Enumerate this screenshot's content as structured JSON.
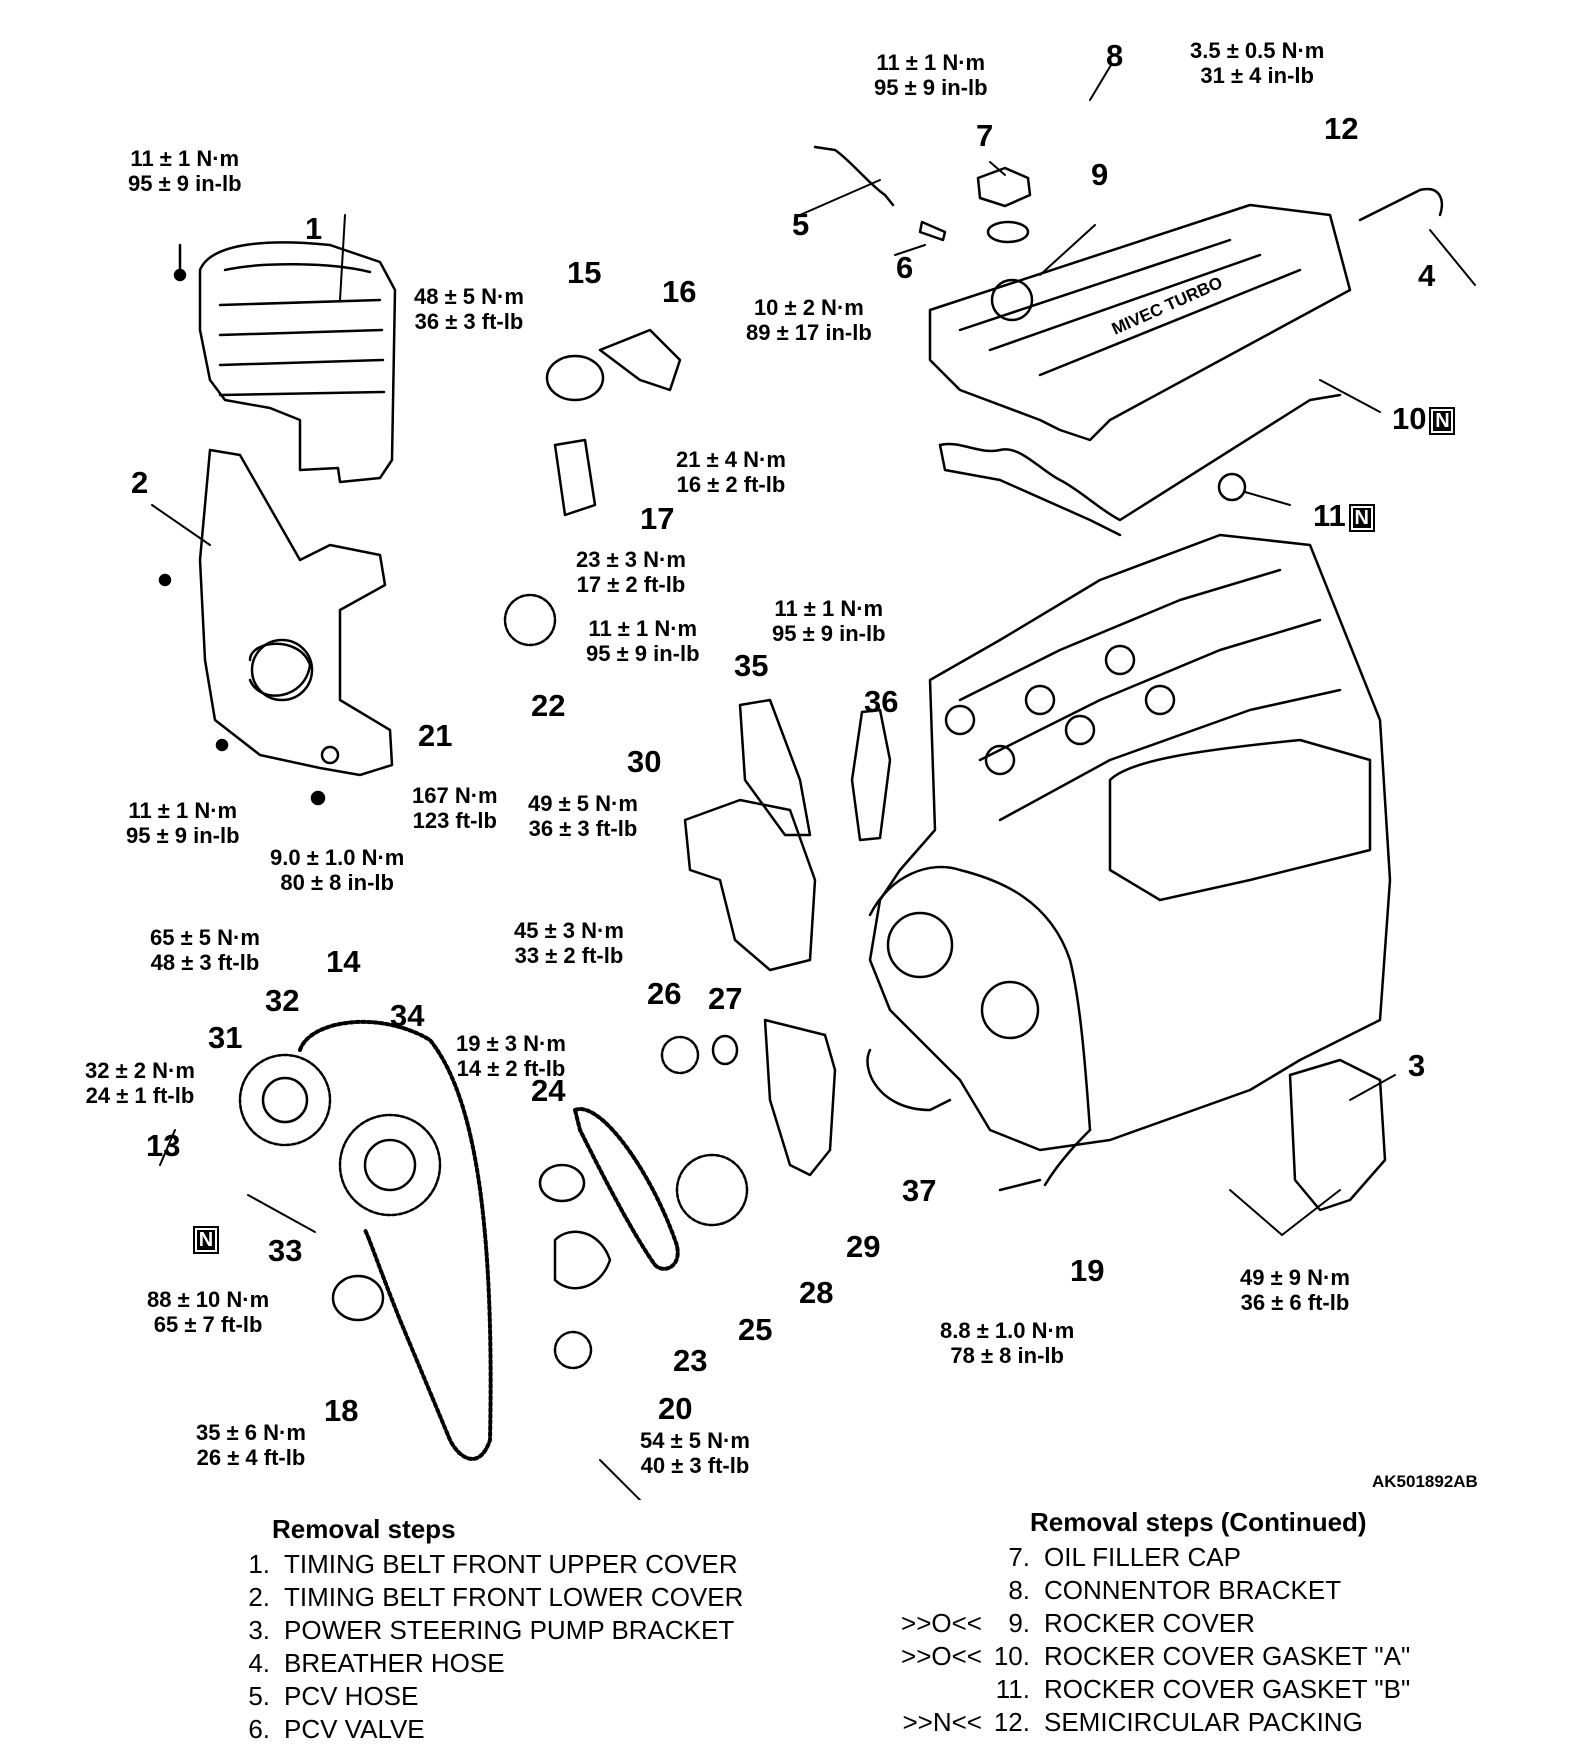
{
  "figure_id": "AK501892AB",
  "torques": [
    {
      "id": "t1",
      "line1": "11 ± 1 N·m",
      "line2": "95 ± 9 in-lb"
    },
    {
      "id": "t2",
      "line1": "3.5 ± 0.5 N·m",
      "line2": "31 ± 4 in-lb"
    },
    {
      "id": "t3",
      "line1": "11 ± 1 N·m",
      "line2": "95 ± 9 in-lb"
    },
    {
      "id": "t4",
      "line1": "48 ± 5 N·m",
      "line2": "36 ± 3 ft-lb"
    },
    {
      "id": "t5",
      "line1": "10 ± 2 N·m",
      "line2": "89 ± 17 in-lb"
    },
    {
      "id": "t6",
      "line1": "21 ± 4 N·m",
      "line2": "16 ± 2 ft-lb"
    },
    {
      "id": "t7",
      "line1": "23 ± 3 N·m",
      "line2": "17 ± 2 ft-lb"
    },
    {
      "id": "t8",
      "line1": "11 ± 1 N·m",
      "line2": "95 ± 9 in-lb"
    },
    {
      "id": "t9",
      "line1": "11 ± 1 N·m",
      "line2": "95 ± 9 in-lb"
    },
    {
      "id": "t10",
      "line1": "11 ± 1 N·m",
      "line2": "95 ± 9 in-lb"
    },
    {
      "id": "t11",
      "line1": "167 N·m",
      "line2": "123 ft-lb"
    },
    {
      "id": "t12",
      "line1": "49 ± 5 N·m",
      "line2": "36 ± 3 ft-lb"
    },
    {
      "id": "t13",
      "line1": "9.0 ± 1.0 N·m",
      "line2": "80 ± 8 in-lb"
    },
    {
      "id": "t14",
      "line1": "65 ± 5 N·m",
      "line2": "48 ± 3 ft-lb"
    },
    {
      "id": "t15",
      "line1": "45 ± 3 N·m",
      "line2": "33 ± 2 ft-lb"
    },
    {
      "id": "t16",
      "line1": "32 ± 2 N·m",
      "line2": "24 ± 1 ft-lb"
    },
    {
      "id": "t17",
      "line1": "19 ± 3 N·m",
      "line2": "14 ± 2 ft-lb"
    },
    {
      "id": "t18",
      "line1": "88 ± 10 N·m",
      "line2": "65 ± 7 ft-lb"
    },
    {
      "id": "t19",
      "line1": "49 ± 9 N·m",
      "line2": "36 ± 6 ft-lb"
    },
    {
      "id": "t20",
      "line1": "8.8 ± 1.0 N·m",
      "line2": "78 ± 8 in-lb"
    },
    {
      "id": "t21",
      "line1": "35 ± 6 N·m",
      "line2": "26 ± 4 ft-lb"
    },
    {
      "id": "t22",
      "line1": "54 ± 5 N·m",
      "line2": "40 ± 3 ft-lb"
    }
  ],
  "part_numbers": [
    "1",
    "2",
    "3",
    "4",
    "5",
    "6",
    "7",
    "8",
    "9",
    "10",
    "11",
    "12",
    "13",
    "14",
    "15",
    "16",
    "17",
    "18",
    "19",
    "20",
    "21",
    "22",
    "23",
    "24",
    "25",
    "26",
    "27",
    "28",
    "29",
    "30",
    "31",
    "32",
    "33",
    "34",
    "35",
    "36",
    "37"
  ],
  "new_part_mark": "N",
  "engine_text": "MIVEC TURBO",
  "removal_steps": {
    "title": "Removal steps",
    "items": [
      {
        "num": "1.",
        "text": "TIMING BELT FRONT UPPER COVER"
      },
      {
        "num": "2.",
        "text": "TIMING BELT FRONT LOWER COVER"
      },
      {
        "num": "3.",
        "text": "POWER STEERING PUMP BRACKET"
      },
      {
        "num": "4.",
        "text": "BREATHER HOSE"
      },
      {
        "num": "5.",
        "text": "PCV HOSE"
      },
      {
        "num": "6.",
        "text": "PCV VALVE"
      }
    ]
  },
  "removal_steps_cont": {
    "title": "Removal steps (Continued)",
    "items": [
      {
        "mark": "",
        "num": "7.",
        "text": "OIL FILLER CAP"
      },
      {
        "mark": "",
        "num": "8.",
        "text": "CONNENTOR BRACKET"
      },
      {
        "mark": ">>O<<",
        "num": "9.",
        "text": "ROCKER COVER"
      },
      {
        "mark": ">>O<<",
        "num": "10.",
        "text": "ROCKER COVER GASKET \"A\""
      },
      {
        "mark": "",
        "num": "11.",
        "text": "ROCKER COVER GASKET \"B\""
      },
      {
        "mark": ">>N<<",
        "num": "12.",
        "text": "SEMICIRCULAR PACKING"
      }
    ]
  }
}
